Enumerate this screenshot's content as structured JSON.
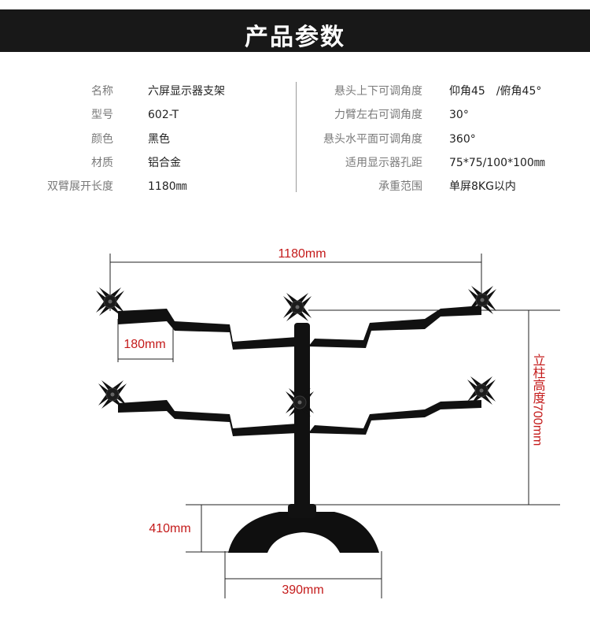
{
  "header": {
    "title": "产品参数"
  },
  "specs_left": [
    {
      "label": "名称",
      "value": "六屏显示器支架"
    },
    {
      "label": "型号",
      "value": "602-T"
    },
    {
      "label": "颜色",
      "value": "黑色"
    },
    {
      "label": "材质",
      "value": "铝合金"
    },
    {
      "label": "双臂展开长度",
      "value": "1180㎜"
    }
  ],
  "specs_right": [
    {
      "label": "悬头上下可调角度",
      "value": "仰角45　/俯角45°"
    },
    {
      "label": "力臂左右可调角度",
      "value": "30°"
    },
    {
      "label": "悬头水平面可调角度",
      "value": "360°"
    },
    {
      "label": "适用显示器孔距",
      "value": "75*75/100*100㎜"
    },
    {
      "label": "承重范围",
      "value": "单屏8KG以内"
    }
  ],
  "dimensions": {
    "total_width": "1180mm",
    "arm_segment": "180mm",
    "pole_height": "立柱高度700mm",
    "base_height": "410mm",
    "base_width": "390mm"
  },
  "colors": {
    "dimension": "#c41a1a",
    "header_bg": "#181818",
    "product": "#111111"
  }
}
